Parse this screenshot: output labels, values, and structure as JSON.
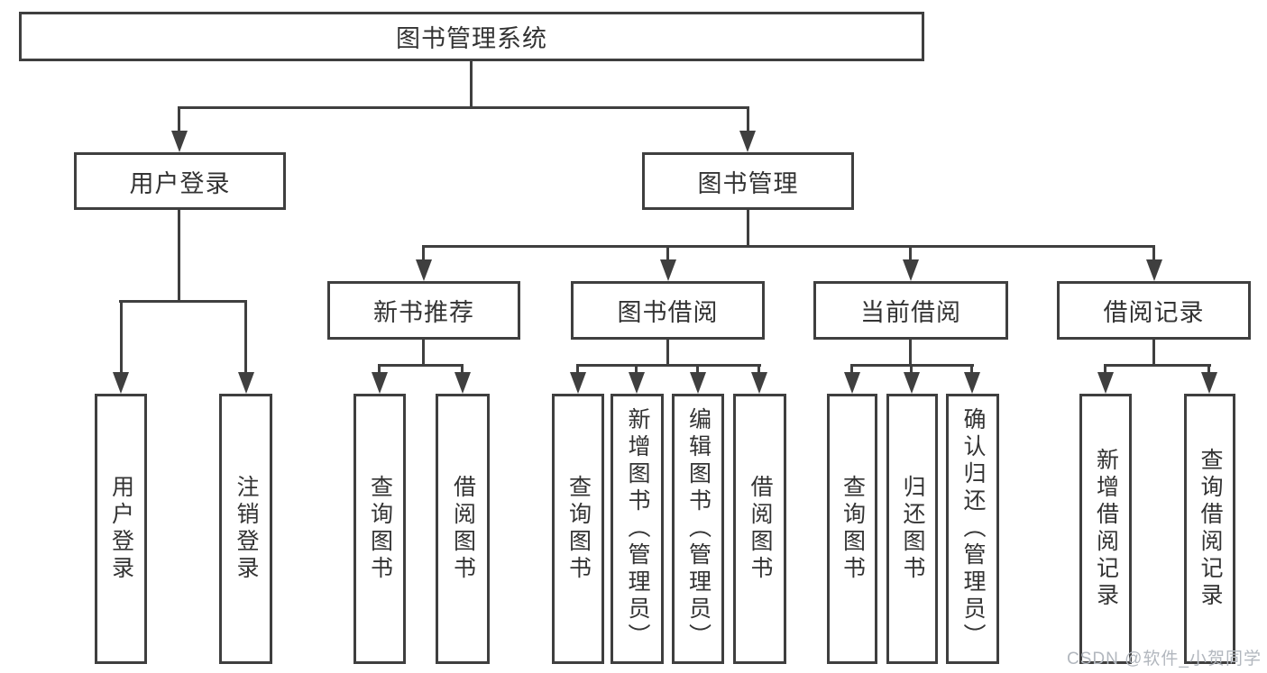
{
  "diagram": {
    "root": {
      "label": "图书管理系统"
    },
    "user_login_branch": {
      "label": "用户登录",
      "children": [
        {
          "label": "用户登录"
        },
        {
          "label": "注销登录"
        }
      ]
    },
    "book_mgmt_branch": {
      "label": "图书管理",
      "children": [
        {
          "label": "新书推荐",
          "children": [
            {
              "label": "查询图书"
            },
            {
              "label": "借阅图书"
            }
          ]
        },
        {
          "label": "图书借阅",
          "children": [
            {
              "label": "查询图书"
            },
            {
              "label": "新增图书（管理员）"
            },
            {
              "label": "编辑图书（管理员）"
            },
            {
              "label": "借阅图书"
            }
          ]
        },
        {
          "label": "当前借阅",
          "children": [
            {
              "label": "查询图书"
            },
            {
              "label": "归还图书"
            },
            {
              "label": "确认归还（管理员）"
            }
          ]
        },
        {
          "label": "借阅记录",
          "children": [
            {
              "label": "新增借阅记录"
            },
            {
              "label": "查询借阅记录"
            }
          ]
        }
      ]
    },
    "watermark": "CSDN @软件_小贺同学"
  },
  "colors": {
    "line": "#3f3f3f",
    "text": "#333333",
    "watermark": "#b2b7be",
    "background": "#ffffff"
  }
}
